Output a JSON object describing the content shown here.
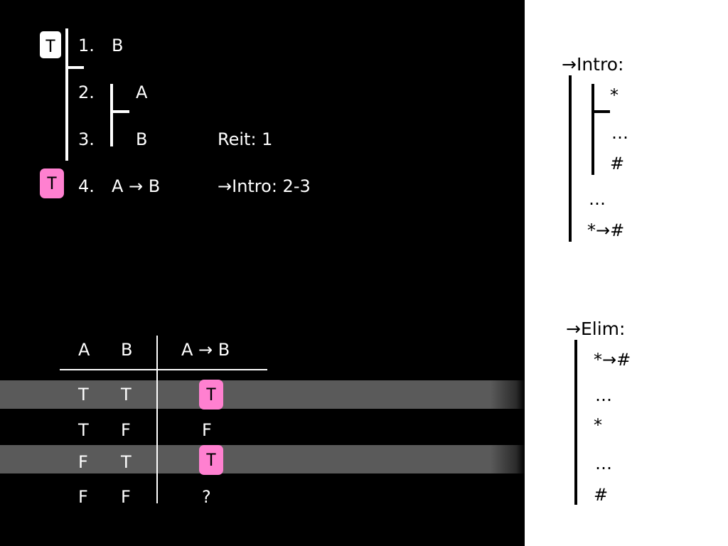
{
  "colors": {
    "background": "#000000",
    "panel": "#ffffff",
    "highlight_pink": "#ff80d0",
    "band": "#5a5a5a"
  },
  "proof": {
    "badges": {
      "line1": "T",
      "line4": "T"
    },
    "lines": [
      {
        "num": "1.",
        "formula": "B",
        "justification": ""
      },
      {
        "num": "2.",
        "formula": "A",
        "justification": ""
      },
      {
        "num": "3.",
        "formula": "B",
        "justification": "Reit: 1"
      },
      {
        "num": "4.",
        "formula": "A → B",
        "justification": "→Intro: 2-3"
      }
    ]
  },
  "truth_table": {
    "headers": [
      "A",
      "B",
      "A → B"
    ],
    "rows": [
      {
        "a": "T",
        "b": "T",
        "result": "T",
        "highlighted": true
      },
      {
        "a": "T",
        "b": "F",
        "result": "F",
        "highlighted": false
      },
      {
        "a": "F",
        "b": "T",
        "result": "T",
        "highlighted": true
      },
      {
        "a": "F",
        "b": "F",
        "result": "?",
        "highlighted": false
      }
    ]
  },
  "rules": {
    "intro": {
      "title": "→Intro:",
      "lines": [
        "*",
        "…",
        "#",
        "…",
        "*→#"
      ]
    },
    "elim": {
      "title": "→Elim:",
      "lines": [
        "*→#",
        "…",
        "*",
        "…",
        "#"
      ]
    }
  }
}
